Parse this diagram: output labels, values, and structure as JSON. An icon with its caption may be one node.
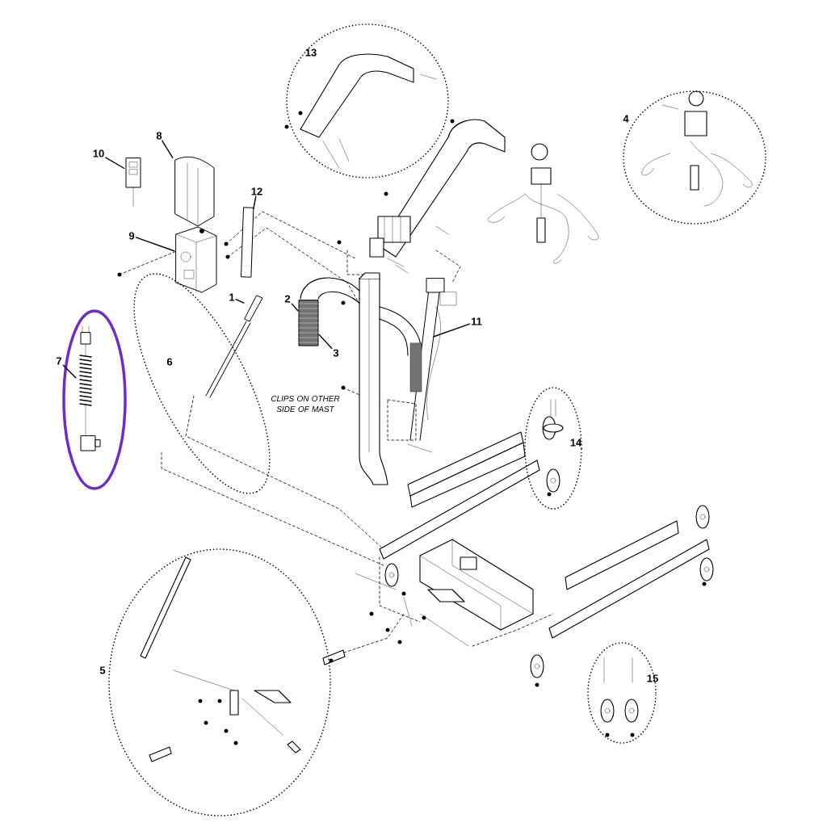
{
  "diagram": {
    "nodes": [
      {
        "text": [
          "10"
        ]
      },
      {
        "text": [],
        "shape": "picture"
      },
      {
        "text": [
          "8"
        ]
      },
      {
        "text": [],
        "shape": "picture"
      },
      {
        "text": [
          "12"
        ]
      },
      {
        "text": [],
        "shape": "bar"
      },
      {
        "text": [
          "9"
        ]
      },
      {
        "text": [],
        "shape": "picture"
      },
      {
        "text": [
          "1"
        ]
      },
      {
        "text": [],
        "shape": "picture"
      },
      {
        "text": [
          "2"
        ]
      },
      {
        "text": [],
        "shape": "picture"
      },
      {
        "text": [
          "11"
        ]
      },
      {
        "text": [],
        "shape": "picture"
      },
      {
        "text": [
          "3"
        ]
      },
      {
        "text": [],
        "shape": "ellipse"
      },
      {
        "text": [
          "7"
        ]
      },
      {
        "text": [],
        "shape": "picture",
        "in": 15
      },
      {
        "text": [
          "13"
        ]
      },
      {
        "text": [
          "4"
        ]
      },
      {
        "text": [
          "6"
        ]
      },
      {
        "text": [
          "14"
        ]
      },
      {
        "text": [
          "5"
        ]
      },
      {
        "text": [
          "15"
        ]
      }
    ],
    "edges": [
      {
        "from": 0,
        "to": 1,
        "arrow": "none"
      },
      {
        "from": 2,
        "to": 3,
        "arrow": "none"
      },
      {
        "from": 4,
        "to": 5,
        "arrow": "none"
      },
      {
        "from": 6,
        "to": 7,
        "arrow": "none"
      },
      {
        "from": 8,
        "to": 9,
        "arrow": "none"
      },
      {
        "from": 10,
        "to": 11,
        "arrow": "none"
      },
      {
        "from": 12,
        "to": 13,
        "arrow": "none"
      },
      {
        "from": 14,
        "to": 11,
        "arrow": "none"
      },
      {
        "from": 16,
        "to": 17,
        "arrow": "none"
      }
    ],
    "labels": [
      "CLIPS ON OTHER SIDE OF MAST"
    ]
  }
}
